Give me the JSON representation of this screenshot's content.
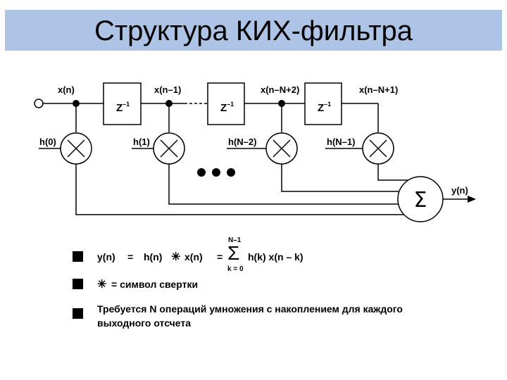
{
  "title": "Структура КИХ-фильтра",
  "diagram": {
    "signals": [
      "x(n)",
      "x(n–1)",
      "x(n–N+2)",
      "x(n–N+1)"
    ],
    "coefficients": [
      "h(0)",
      "h(1)",
      "h(N–2)",
      "h(N–1)"
    ],
    "delay": {
      "base": "Z",
      "exp": "–1"
    },
    "output": "y(n)",
    "sum_symbol": "Σ",
    "ellipsis": "• • •"
  },
  "formula": {
    "lhs": "y(n)",
    "eq1": "=",
    "h": "h(n)",
    "conv": "✳",
    "x": "x(n)",
    "eq2": "=",
    "sum_top": "N–1",
    "sum_symbol": "Σ",
    "sum_bottom": "k = 0",
    "term": "h(k) x(n – k)"
  },
  "notes": [
    {
      "symbol": "✳",
      "text": "= символ свертки"
    },
    {
      "text_line1": "Требуется N операций умножения с накоплением для каждого",
      "text_line2": "выходного отсчета"
    }
  ]
}
